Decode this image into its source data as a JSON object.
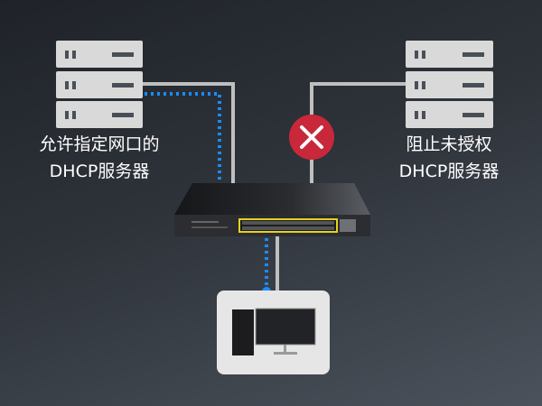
{
  "left_server": {
    "caption_line1": "允许指定网口的",
    "caption_line2": "DHCP服务器"
  },
  "right_server": {
    "caption_line1": "阻止未授权",
    "caption_line2": "DHCP服务器"
  },
  "colors": {
    "link_gray": "#bfbfbf",
    "dhcp_blue": "#1a8cff",
    "block_red": "#c8283a",
    "port_yellow": "#e6d21e"
  },
  "icons": [
    "server-icon",
    "blocked-x-icon",
    "switch-icon",
    "desktop-pc-icon"
  ]
}
